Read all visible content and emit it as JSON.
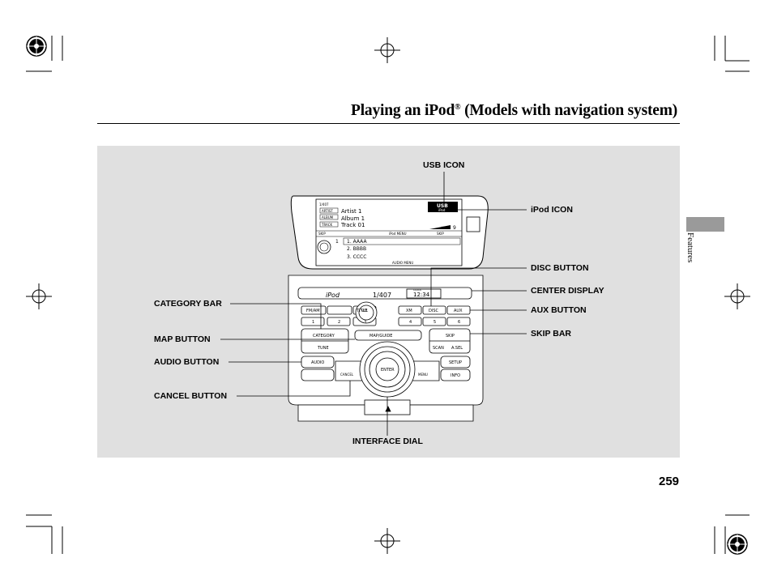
{
  "header": {
    "title_main": "Playing an iPod",
    "title_reg": "®",
    "title_rest": " (Models with navigation system)"
  },
  "side_tab": {
    "label": "Features"
  },
  "page_number": "259",
  "callouts": {
    "usb_icon": "USB ICON",
    "ipod_icon": "iPod ICON",
    "disc_button": "DISC BUTTON",
    "center_display": "CENTER DISPLAY",
    "aux_button": "AUX BUTTON",
    "skip_bar": "SKIP BAR",
    "category_bar": "CATEGORY BAR",
    "map_button": "MAP BUTTON",
    "audio_button": "AUDIO BUTTON",
    "cancel_button": "CANCEL BUTTON",
    "interface_dial": "INTERFACE DIAL"
  },
  "screen": {
    "counter": "1/407",
    "artist_tag": "ARTIST",
    "artist": "Artist 1",
    "album_tag": "ALBUM",
    "album": "Album 1",
    "track_tag": "TRACK",
    "track": "Track 01",
    "usb_badge": "USB",
    "ipod_badge": "iPod",
    "vol_label": "VOL",
    "vol_value": "9",
    "skip_left": "SKIP",
    "ipod_menu": "iPod MENU",
    "skip_right": "SKIP",
    "list_num": "1",
    "list": [
      "1. AAAA",
      "2. BBBB",
      "3. CCCC"
    ],
    "audio_menu": "AUDIO MENU"
  },
  "center_display": {
    "mode": "iPod",
    "counter": "1/407",
    "clock_label": "CLOCK",
    "clock": "12:34"
  },
  "buttons": {
    "fm_am": "FM/AM",
    "title": "TITLE",
    "vol": "VOL",
    "xm": "XM",
    "disc": "DISC",
    "aux": "AUX",
    "presets": [
      "1",
      "2",
      "3",
      "4",
      "5",
      "6"
    ],
    "category": "CATEGORY",
    "map_guide": "MAP/GUIDE",
    "skip": "SKIP",
    "tune": "TUNE",
    "scan": "SCAN",
    "a_sel": "A.SEL",
    "audio": "AUDIO",
    "cancel": "CANCEL",
    "enter": "ENTER",
    "menu": "MENU",
    "setup": "SETUP",
    "info": "INFO"
  }
}
